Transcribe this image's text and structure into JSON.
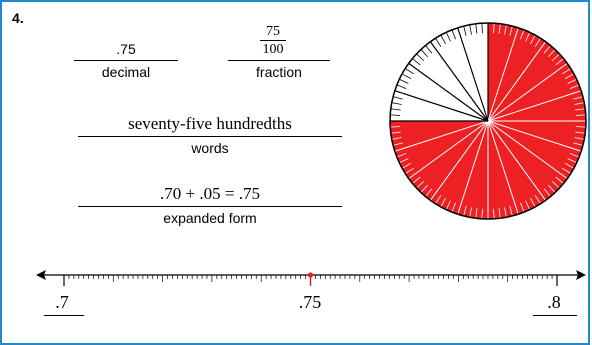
{
  "question": {
    "number": "4."
  },
  "decimal": {
    "answer": ".75",
    "label": "decimal"
  },
  "fraction": {
    "numerator": "75",
    "denominator": "100",
    "label": "fraction"
  },
  "words": {
    "answer": "seventy-five hundredths",
    "label": "words"
  },
  "expanded": {
    "answer": ".70 + .05 = .75",
    "label": "expanded form"
  },
  "number_line": {
    "left_label": ".7",
    "middle_label": ".75",
    "right_label": ".8",
    "minor_ticks": 100,
    "marked_value": 0.75,
    "marker_color": "#e02020"
  },
  "circle": {
    "sectors": 20,
    "shaded_sectors": 15,
    "shaded_start": "12 o'clock",
    "direction": "clockwise",
    "fill_color": "#ed2024",
    "tick_marks_per_sector": 5
  }
}
